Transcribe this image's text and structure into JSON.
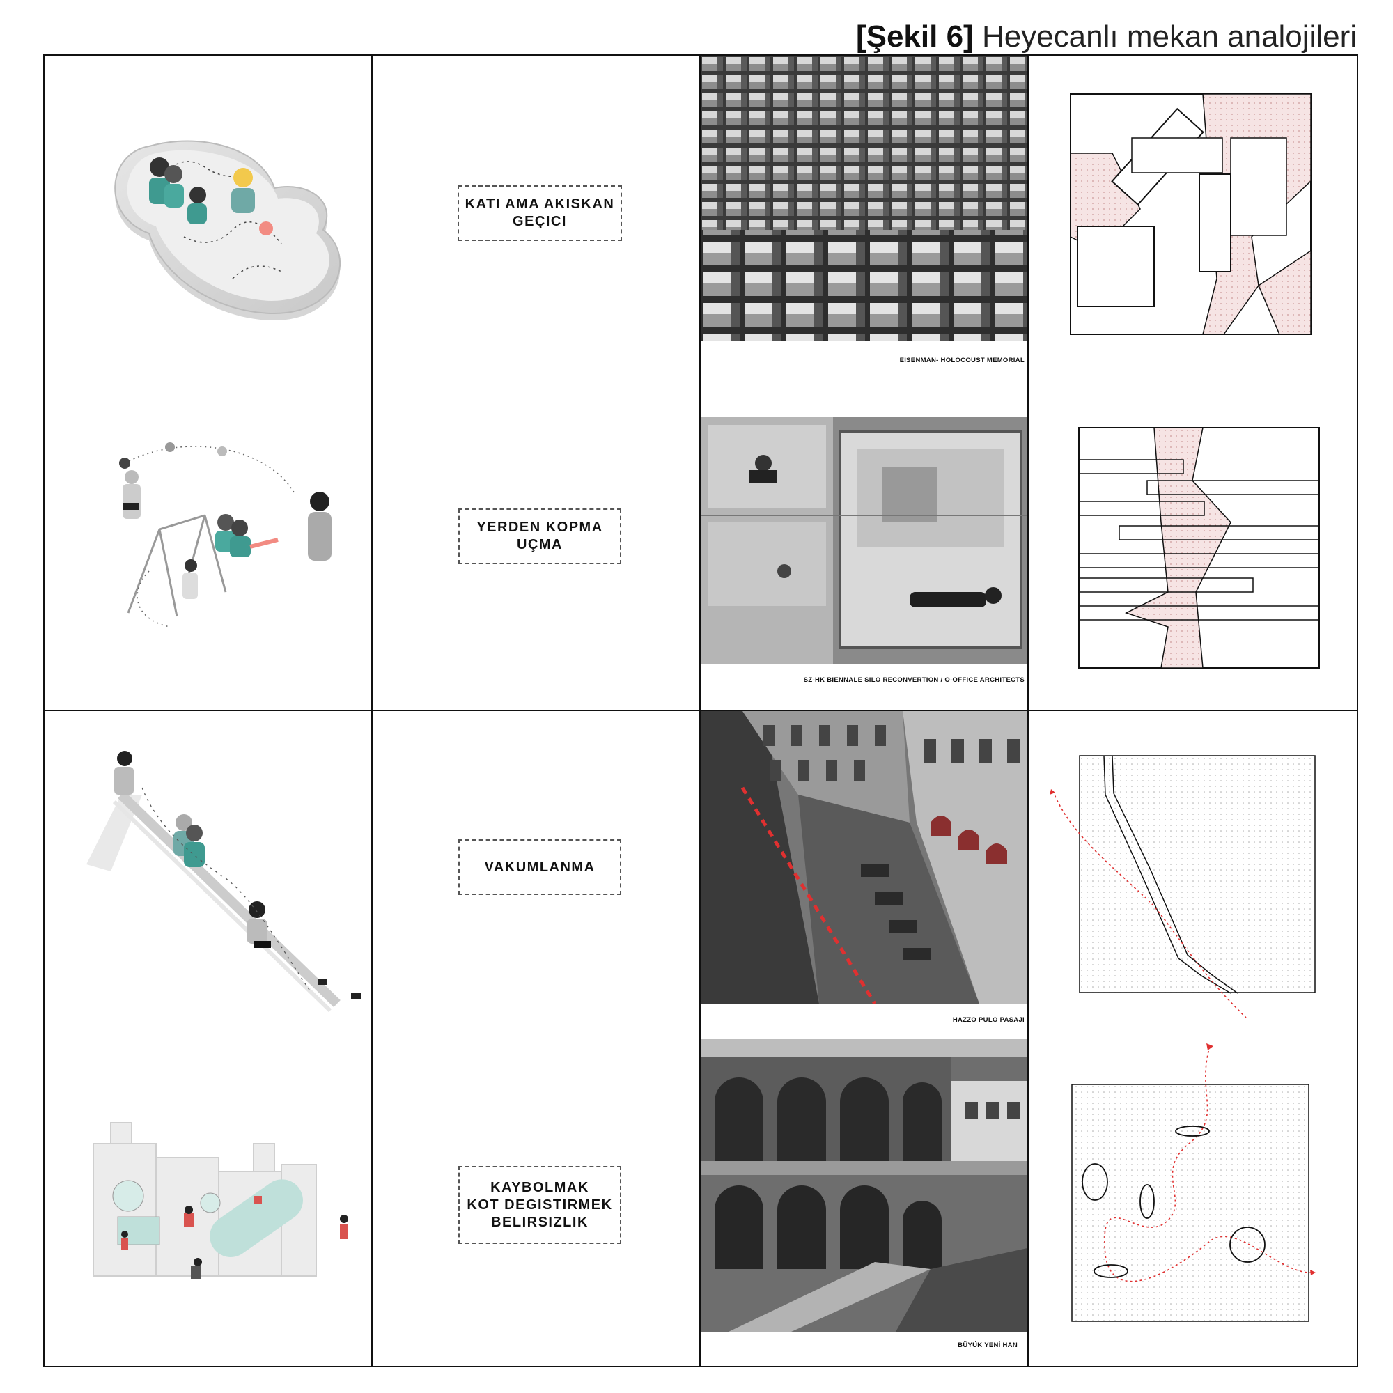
{
  "figure": {
    "number": "[Şekil 6]",
    "title": "Heyecanlı mekan analojileri"
  },
  "rows": [
    {
      "concept": "KATI AMA AKISKAN\nGEÇICI",
      "photo_caption": "EISENMAN- HOLOCOUST MEMORIAL"
    },
    {
      "concept": "YERDEN KOPMA\nUÇMA",
      "photo_caption": "SZ-HK BIENNALE SILO RECONVERTION / O-OFFICE ARCHITECTS"
    },
    {
      "concept": "VAKUMLANMA",
      "photo_caption": "HAZZO PULO PASAJI"
    },
    {
      "concept": "KAYBOLMAK\nKOT DEGISTIRMEK\nBELIRSIZLIK",
      "photo_caption": "BÜYÜK YENİ HAN"
    }
  ],
  "colors": {
    "accent_red": "#e03030",
    "pink_fill": "#f4dede",
    "teal": "#3f9a90",
    "grid_line": "#111111"
  }
}
